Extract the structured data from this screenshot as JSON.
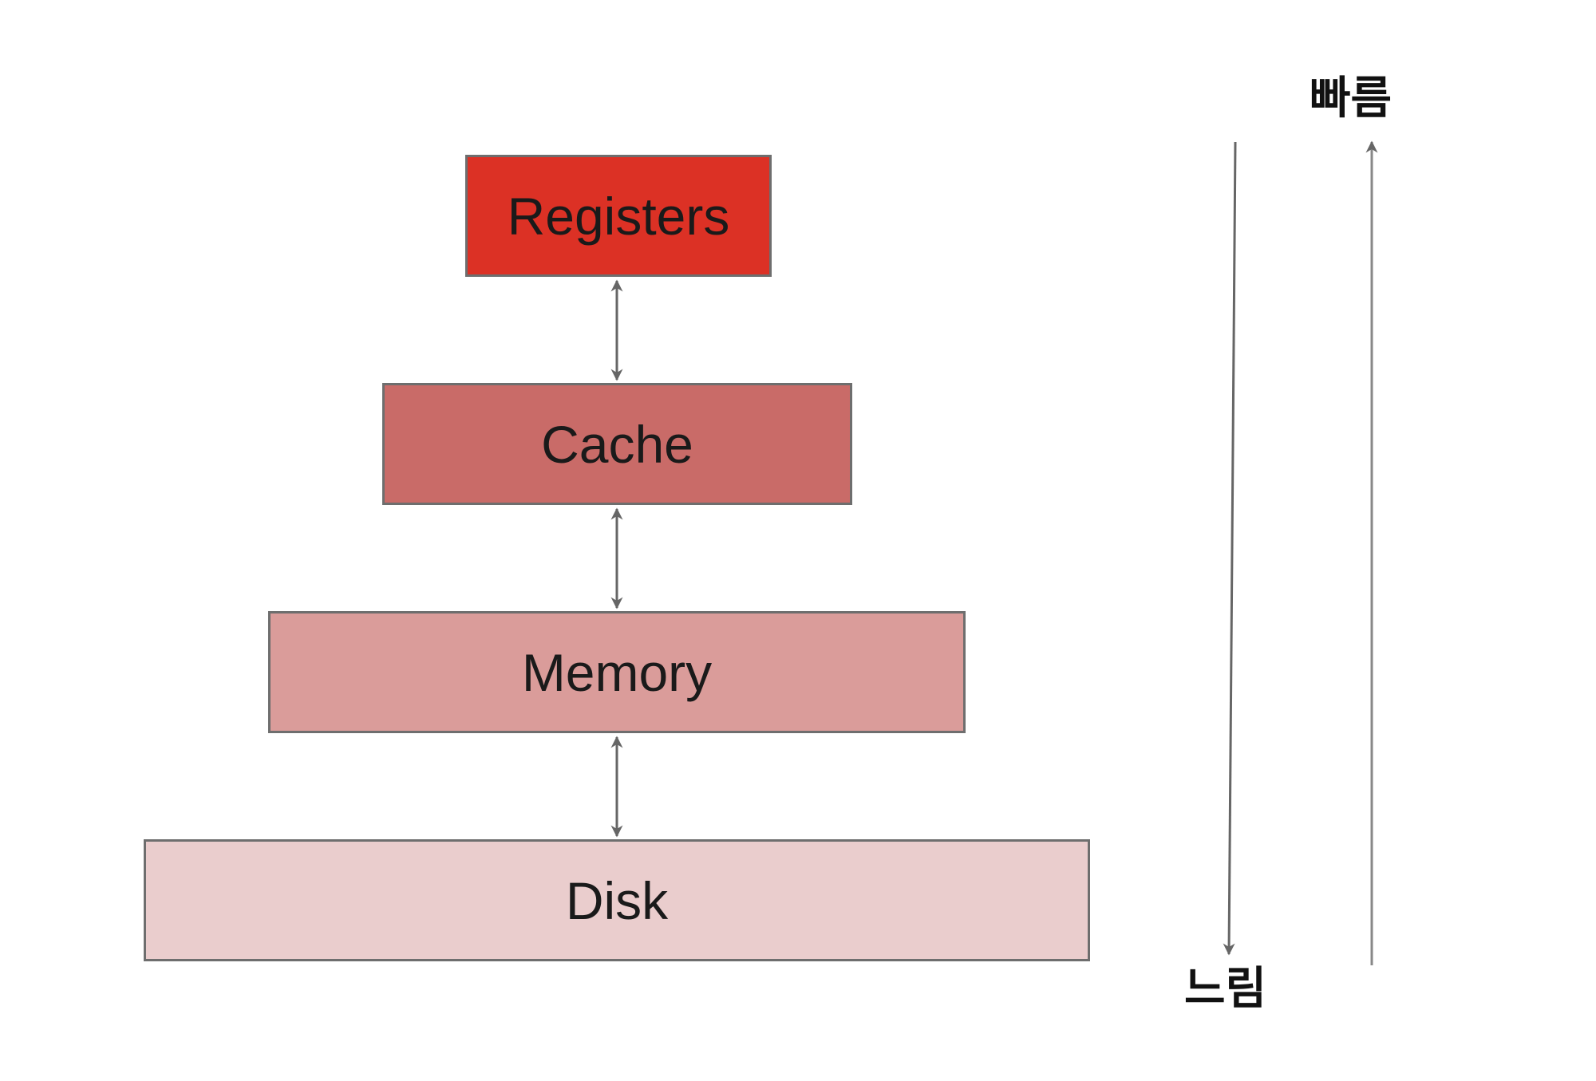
{
  "diagram": {
    "title": "",
    "levels": [
      {
        "id": "registers",
        "label": "Registers",
        "color": "#dc3125"
      },
      {
        "id": "cache",
        "label": "Cache",
        "color": "#c96b68"
      },
      {
        "id": "memory",
        "label": "Memory",
        "color": "#da9c9a"
      },
      {
        "id": "disk",
        "label": "Disk",
        "color": "#eacdcd"
      }
    ],
    "speed_axis": {
      "fast_label": "빠름",
      "slow_label": "느림"
    },
    "colors": {
      "border": "#6e6e6e",
      "arrow": "#666666"
    }
  }
}
